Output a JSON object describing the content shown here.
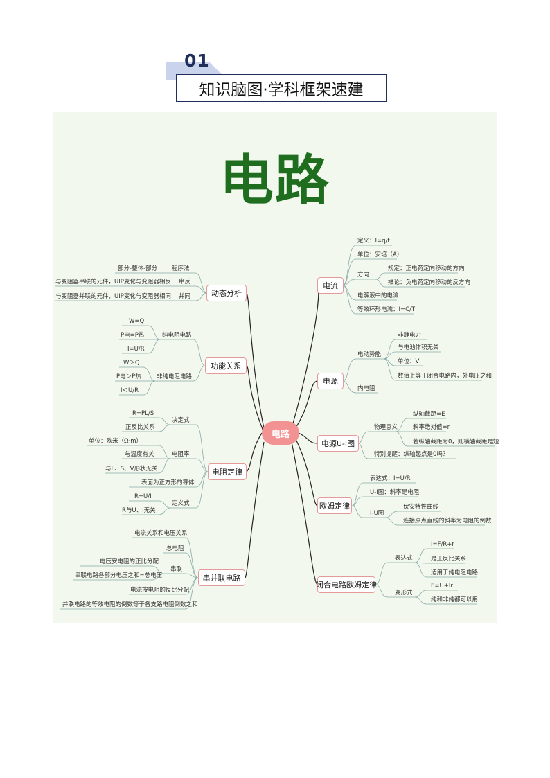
{
  "header": {
    "number": "01",
    "title": "知识脑图·学科框架速建"
  },
  "map": {
    "title": "电路",
    "center": "电路",
    "right": {
      "current": {
        "label": "电流",
        "items": [
          "定义：I=q/t",
          "单位：安培（A）",
          "方向",
          "电解液中的电流",
          "等效环形电流：I=C/T"
        ],
        "direction": [
          "规定：正电荷定向移动的方向",
          "推论：负电荷定向移动的反方向"
        ]
      },
      "source": {
        "label": "电源",
        "emf": "电动势能",
        "emf_items": [
          "非静电力",
          "与电池体积无关",
          "单位：V",
          "数值上等于闭合电路内，外电压之和"
        ],
        "internal": "内电阻"
      },
      "ui": {
        "label": "电源U-I图",
        "physical": "物理意义",
        "physical_items": [
          "纵轴截距=E",
          "斜率绝对值=r",
          "若纵轴截距为0，则横轴截距是短"
        ],
        "special": "特别提醒：纵轴起点是0吗？"
      },
      "ohm": {
        "label": "欧姆定律",
        "expr": "表达式：I=U/R",
        "ui_graph": "U-I图：斜率是电阻",
        "iu_graph": "I-U图",
        "iu_items": [
          "伏安特性曲线",
          "连接原点直线的斜率为电阻的倒数"
        ]
      },
      "closed": {
        "label": "闭合电路欧姆定律",
        "expr": "表达式",
        "expr_items": [
          "I=F/R+r",
          "是正反比关系",
          "适用于纯电阻电路"
        ],
        "variant": "变形式",
        "variant_items": [
          "E=U+Ir",
          "纯和非纯都可以用"
        ]
      }
    },
    "left": {
      "dynamic": {
        "label": "动态分析",
        "procedure": "程序法",
        "procedure_item": "部分-整体-部分",
        "series": "串反",
        "series_item": "与变阻器串联的元件，UIP变化与变阻器相反",
        "parallel": "并同",
        "parallel_item": "与变阻器并联的元件，UIP变化与变阻器相同"
      },
      "power": {
        "label": "功能关系",
        "pure": "纯电阻电路",
        "pure_items": [
          "W=Q",
          "P电=P热",
          "I=U/R"
        ],
        "nonpure": "非纯电阻电路",
        "nonpure_items": [
          "W＞Q",
          "P电＞P热",
          "I＜U/R"
        ]
      },
      "resistance": {
        "label": "电阻定律",
        "decide": "决定式",
        "decide_items": [
          "R=PL/S",
          "正反比关系"
        ],
        "rate": "电阻率",
        "rate_items": [
          "单位：欧米（Ω·m）",
          "与温度有关",
          "与L、S、V形状无关"
        ],
        "square": "表面为正方形的导体",
        "define": "定义式",
        "define_items": [
          "R=U/I",
          "R与U、I无关"
        ]
      },
      "circuit": {
        "label": "串并联电路",
        "items": [
          "电流关系和电压关系",
          "总电阻",
          "电流按电阻的反比分配",
          "并联电路的等效电阻的倒数等于各支路电阻倒数之和"
        ],
        "series": "串联",
        "series_items": [
          "电压安电阻的正比分配",
          "串联电路各部分电压之和=总电压"
        ]
      }
    }
  }
}
